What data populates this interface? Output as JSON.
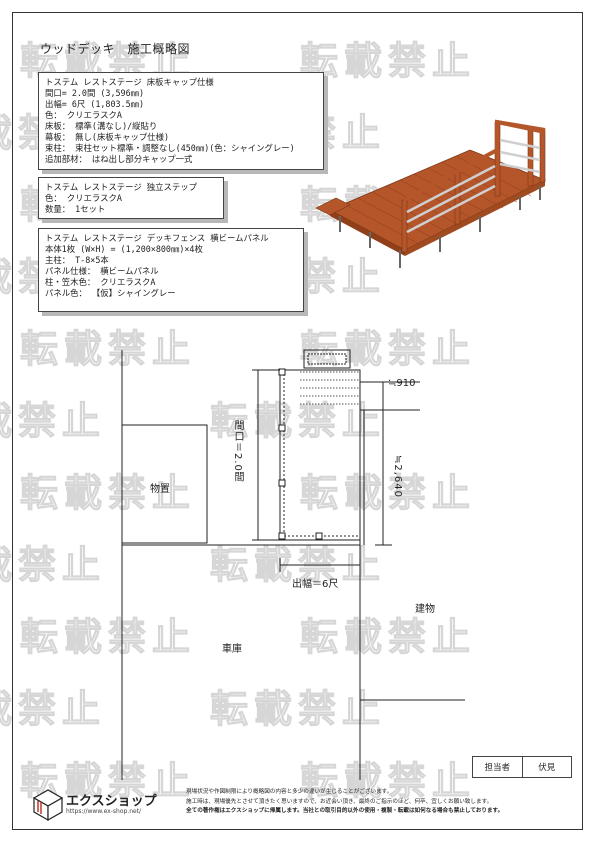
{
  "title": "ウッドデッキ　施工概略図",
  "watermark": "転載禁止",
  "box1": {
    "lines": [
      "トステム レストステージ 床板キャップ仕様",
      "間口= 2.0間 (3,596㎜)",
      "出幅= 6尺 (1,803.5㎜)",
      "色： クリエラスクA",
      "床板： 標準(溝なし)/縦貼り",
      "幕板： 無し(床板キャップ仕様)",
      "束柱： 束柱セット標準・調整なし(450㎜)(色：シャイングレー)",
      "追加部材： はね出し部分キャップ一式"
    ]
  },
  "box2": {
    "lines": [
      "トステム レストステージ 独立ステップ",
      "色： クリエラスクA",
      "数量： 1セット"
    ]
  },
  "box3": {
    "lines": [
      "トステム レストステージ デッキフェンス 横ビームパネル",
      "本体1枚 (W×H) = (1,200×800㎜)×4枚",
      "主柱： T-8×5本",
      "パネル仕様： 横ビームパネル",
      "柱・笠木色： クリエラスクA",
      "パネル色： 【仮】シャイングレー"
    ]
  },
  "plan": {
    "label_storage": "物置",
    "label_garage": "車庫",
    "label_building": "建物",
    "label_opening": "間口＝2.0間",
    "label_projection": "出幅＝6尺",
    "label_dim_910": "≒910",
    "label_dim_2640": "≒2,640"
  },
  "footer": {
    "person_label": "担当者",
    "person_name": "伏見",
    "brand": "エクスショップ",
    "url": "https://www.ex-shop.net/",
    "notice_lines": [
      "現場状況や作図制限により概略図の内容と多少の違いが生じることがございます。",
      "施工時は、現場優先とさせて頂きたく思いますので、お近会い頂き、最終のご指示のほど、何卒、宜しくお願い致します。",
      "全ての著作権はエクスショップに帰属します。当社との取引目的以外の使用・複製・転載は如何なる場合も禁止しております。"
    ]
  },
  "colors": {
    "deck": "#b5562a",
    "deck_dark": "#7c3514",
    "rail": "#c8c8c8"
  }
}
